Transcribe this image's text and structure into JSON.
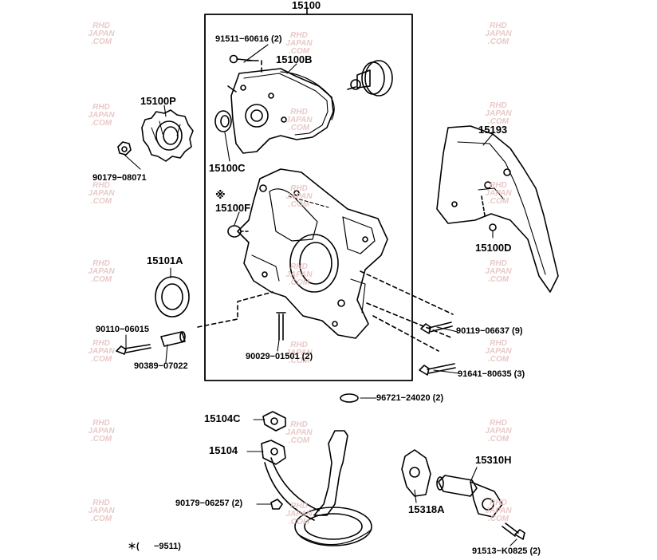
{
  "diagram": {
    "assembly_label": "15100",
    "parts": {
      "p_91511": "91511−60616 (2)",
      "p_15100B": "15100B",
      "p_15100P": "15100P",
      "p_15193": "15193",
      "p_90179a": "90179−08071",
      "p_15100C": "15100C",
      "p_mark": "※",
      "p_15100F": "15100F",
      "p_15100D": "15100D",
      "p_15101A": "15101A",
      "p_90119": "90119−06637 (9)",
      "p_90110": "90110−06015",
      "p_90389": "90389−07022",
      "p_90029": "90029−01501 (2)",
      "p_91641": "91641−80635 (3)",
      "p_96721": "96721−24020 (2)",
      "p_15104C": "15104C",
      "p_15104": "15104",
      "p_15310H": "15310H",
      "p_90179b": "90179−06257 (2)",
      "p_15318A": "15318A",
      "p_91513": "91513−K0825 (2)"
    },
    "footnote": "＊(      −9511)",
    "watermark": [
      "RHD",
      "JAPAN",
      ".COM"
    ],
    "watermark_color": "#e7bfbf"
  }
}
